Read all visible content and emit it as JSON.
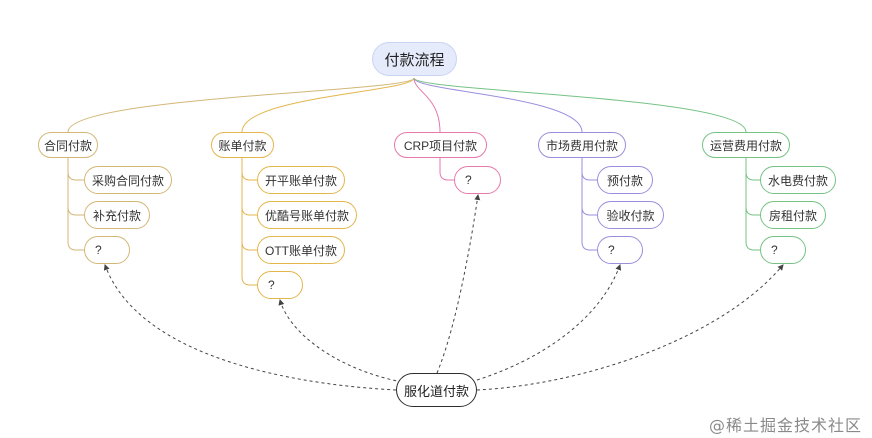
{
  "root": "付款流程",
  "branches": [
    {
      "label": "合同付款",
      "color": "#d2b777",
      "items": [
        "采购合同付款",
        "补充付款",
        "?"
      ]
    },
    {
      "label": "账单付款",
      "color": "#e3b64e",
      "items": [
        "开平账单付款",
        "优酷号账单付款",
        "OTT账单付款",
        "?"
      ]
    },
    {
      "label": "CRP项目付款",
      "color": "#e679ac",
      "items": [
        "?"
      ]
    },
    {
      "label": "市场费用付款",
      "color": "#9a8fdc",
      "items": [
        "预付款",
        "验收付款",
        "?"
      ]
    },
    {
      "label": "运营费用付款",
      "color": "#76c285",
      "items": [
        "水电费付款",
        "房租付款",
        "?"
      ]
    }
  ],
  "bottom": "服化道付款",
  "watermark": "@稀土掘金技术社区"
}
